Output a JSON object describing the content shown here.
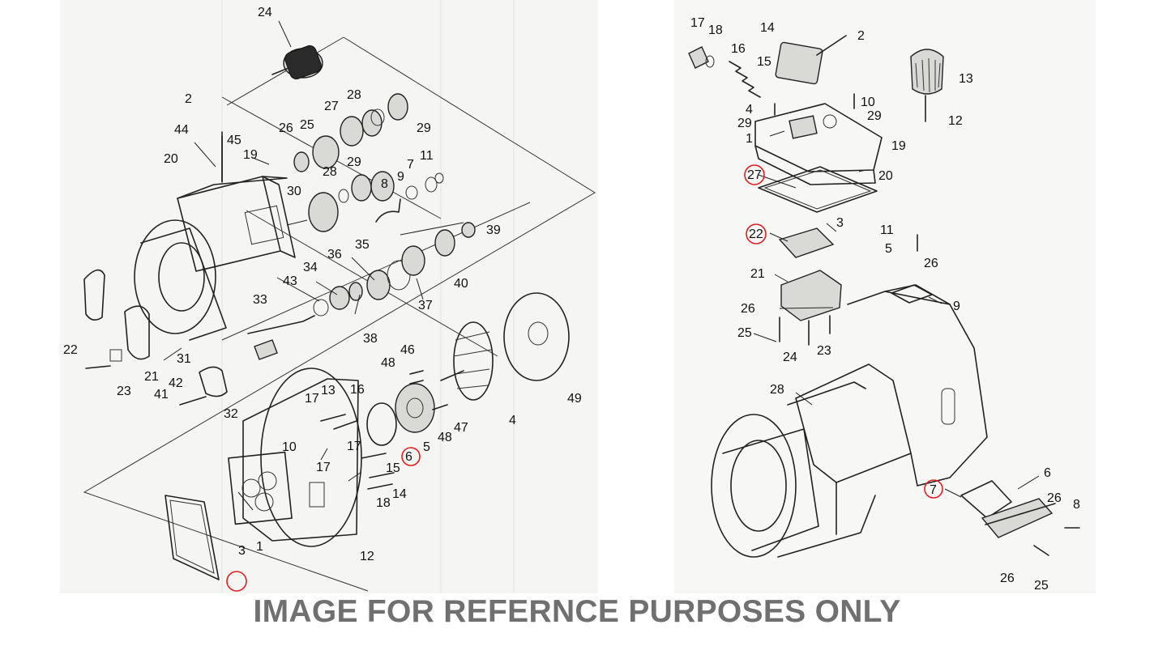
{
  "left_diagram": {
    "callouts": [
      "24",
      "2",
      "44",
      "45",
      "26",
      "25",
      "27",
      "28",
      "29",
      "20",
      "19",
      "28",
      "29",
      "7",
      "11",
      "30",
      "8",
      "9",
      "39",
      "35",
      "36",
      "34",
      "43",
      "40",
      "37",
      "33",
      "38",
      "22",
      "21",
      "23",
      "31",
      "42",
      "41",
      "32",
      "48",
      "46",
      "49",
      "13",
      "16",
      "17",
      "4",
      "47",
      "5",
      "48",
      "6",
      "15",
      "10",
      "17",
      "17",
      "14",
      "18",
      "3",
      "1",
      "12"
    ],
    "highlighted": [
      "6",
      "12"
    ]
  },
  "right_diagram": {
    "callouts": [
      "17",
      "18",
      "14",
      "2",
      "16",
      "15",
      "13",
      "4",
      "10",
      "29",
      "29",
      "12",
      "1",
      "19",
      "20",
      "27",
      "3",
      "22",
      "11",
      "5",
      "26",
      "21",
      "9",
      "26",
      "25",
      "24",
      "23",
      "28",
      "7",
      "6",
      "26",
      "8",
      "26",
      "25"
    ],
    "highlighted": [
      "27",
      "22",
      "7"
    ]
  },
  "footer": {
    "notice": "IMAGE FOR REFERNCE PURPOSES ONLY"
  },
  "colors": {
    "highlight_circle": "#e02020",
    "footer_text": "#707070",
    "line_art": "#222222"
  }
}
